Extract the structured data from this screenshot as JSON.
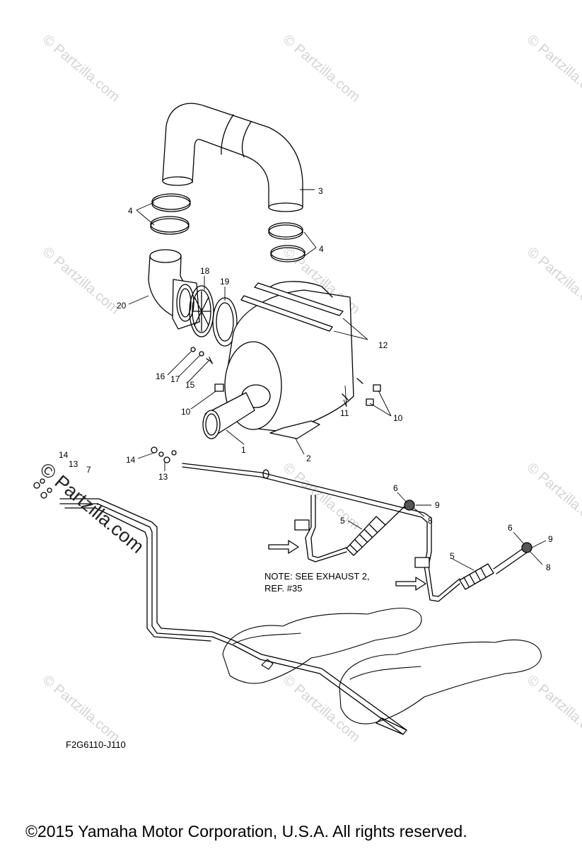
{
  "watermark": {
    "text": "© Partzilla.com",
    "prominent_text": "© Partzilla.com"
  },
  "diagram": {
    "note_line1": "NOTE: SEE EXHAUST 2,",
    "note_line2": "REF. #35",
    "figure_code": "F2G6110-J110",
    "callouts": [
      "1",
      "2",
      "3",
      "4",
      "4",
      "5",
      "5",
      "6",
      "6",
      "7",
      "8",
      "8",
      "9",
      "9",
      "10",
      "10",
      "11",
      "12",
      "13",
      "13",
      "14",
      "14",
      "15",
      "16",
      "17",
      "18",
      "19",
      "20"
    ]
  },
  "footer": {
    "copyright": "©2015  Yamaha Motor Corporation, U.S.A. All rights reserved."
  }
}
